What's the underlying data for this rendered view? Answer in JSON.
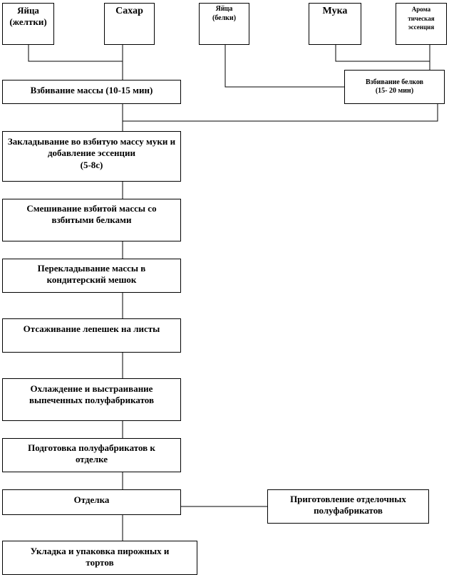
{
  "inputs": {
    "yolks": "Яйца\n(желтки)",
    "sugar": "Сахар",
    "whites": "Яйца\n(белки)",
    "flour": "Мука",
    "essence": "Арома\nтическая\nэссенция"
  },
  "steps": {
    "beat_whites": "Взбивание белков\n(15-  20 мин)",
    "beat_mass": "Взбивание массы (10-15 мин)",
    "add_flour": "Закладывание во взбитую массу муки и добавление эссенции\n(5-8с)",
    "mix": "Смешивание взбитой массы со взбитыми белками",
    "bag": "Перекладывание массы в кондитерский мешок",
    "deposit": "Отсаживание лепешек на листы",
    "cool": "Охлаждение и выстраивание выпеченных полуфабрикатов",
    "prepare": "Подготовка полуфабрикатов  к отделке",
    "finish": "Отделка",
    "finishing_semis": "Приготовление отделочных полуфабрикатов",
    "pack": "Укладка и упаковка пирожных и тортов"
  }
}
